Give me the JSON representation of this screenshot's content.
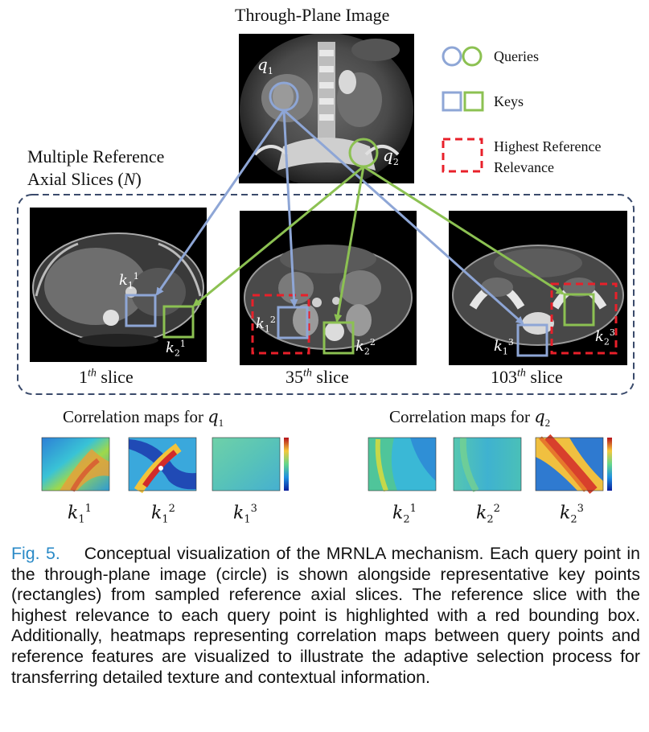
{
  "figure": {
    "through_plane_title": "Through-Plane Image",
    "reference_title_line1": "Multiple Reference",
    "reference_title_line2": "Axial Slices (",
    "reference_title_var": "N",
    "reference_title_close": ")",
    "legend": {
      "queries": "Queries",
      "keys": "Keys",
      "highest_line1": "Highest  Reference",
      "highest_line2": "Relevance"
    },
    "colors": {
      "query1": "#8ea6d6",
      "query2": "#8cc152",
      "highlight": "#e8202a",
      "dashed_group": "#3a4a6b"
    },
    "queries": [
      {
        "base": "q",
        "sub": "1"
      },
      {
        "base": "q",
        "sub": "2"
      }
    ],
    "slices": [
      {
        "number": "1",
        "sup": "th",
        "suffix": " slice",
        "key_blue": {
          "base": "k",
          "sub": "1",
          "sup": "1"
        },
        "key_green": {
          "base": "k",
          "sub": "2",
          "sup": "1"
        }
      },
      {
        "number": "35",
        "sup": "th",
        "suffix": " slice",
        "key_blue": {
          "base": "k",
          "sub": "1",
          "sup": "2"
        },
        "key_green": {
          "base": "k",
          "sub": "2",
          "sup": "2"
        }
      },
      {
        "number": "103",
        "sup": "th",
        "suffix": " slice",
        "key_blue": {
          "base": "k",
          "sub": "1",
          "sup": "3"
        },
        "key_green": {
          "base": "k",
          "sub": "2",
          "sup": "3"
        }
      }
    ],
    "correlation": {
      "title_prefix": "Correlation maps for ",
      "group1_query": {
        "base": "q",
        "sub": "1"
      },
      "group2_query": {
        "base": "q",
        "sub": "2"
      },
      "group1_keys": [
        {
          "base": "k",
          "sub": "1",
          "sup": "1"
        },
        {
          "base": "k",
          "sub": "1",
          "sup": "2"
        },
        {
          "base": "k",
          "sub": "1",
          "sup": "3"
        }
      ],
      "group2_keys": [
        {
          "base": "k",
          "sub": "2",
          "sup": "1"
        },
        {
          "base": "k",
          "sub": "2",
          "sup": "2"
        },
        {
          "base": "k",
          "sub": "2",
          "sup": "3"
        }
      ]
    }
  },
  "caption": {
    "label": "Fig. 5.",
    "text": "Conceptual visualization of the MRNLA mechanism. Each query point in the through-plane image (circle) is shown alongside representative key points (rectangles) from sampled reference axial slices. The reference slice with the highest relevance to each query point is highlighted with a red bounding box. Additionally, heatmaps representing correlation maps between query points and reference features are visualized to illustrate the adaptive selection process for transferring detailed texture and contextual information."
  }
}
